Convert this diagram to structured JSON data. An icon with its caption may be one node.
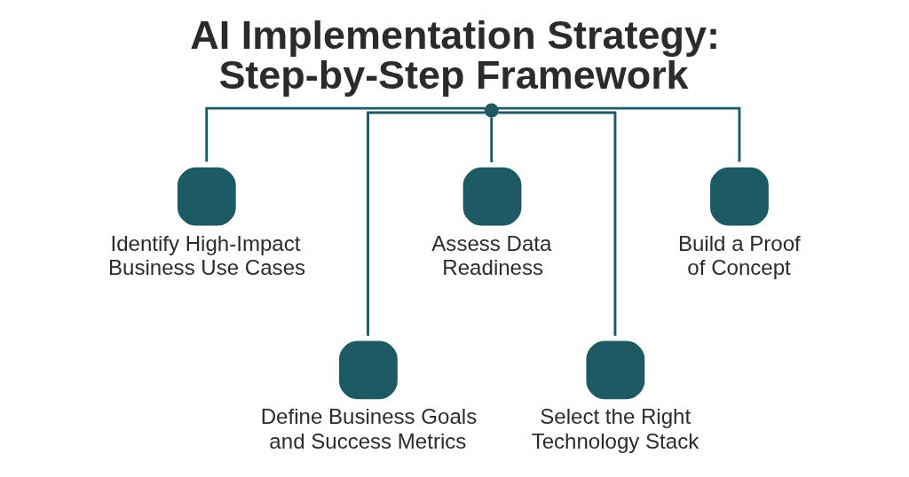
{
  "diagram": {
    "title": "AI Implementation Strategy: Step-by-Step Framework",
    "nodes": [
      {
        "text": [],
        "shape": "circle"
      },
      {
        "text": [
          "Identify High-Impact Business Use Cases"
        ]
      },
      {
        "text": [
          "Define Business Goals and Success Metrics"
        ]
      },
      {
        "text": [
          "Assess Data Readiness"
        ]
      },
      {
        "text": [
          "Select the Right Technology Stack"
        ]
      },
      {
        "text": [
          "Build a Proof of Concept"
        ]
      }
    ],
    "edges": [
      {
        "from": 0,
        "to": 1,
        "arrow": "none"
      },
      {
        "from": 0,
        "to": 2,
        "arrow": "none"
      },
      {
        "from": 0,
        "to": 3,
        "arrow": "none"
      },
      {
        "from": 0,
        "to": 4,
        "arrow": "none"
      },
      {
        "from": 0,
        "to": 5,
        "arrow": "none"
      }
    ]
  }
}
